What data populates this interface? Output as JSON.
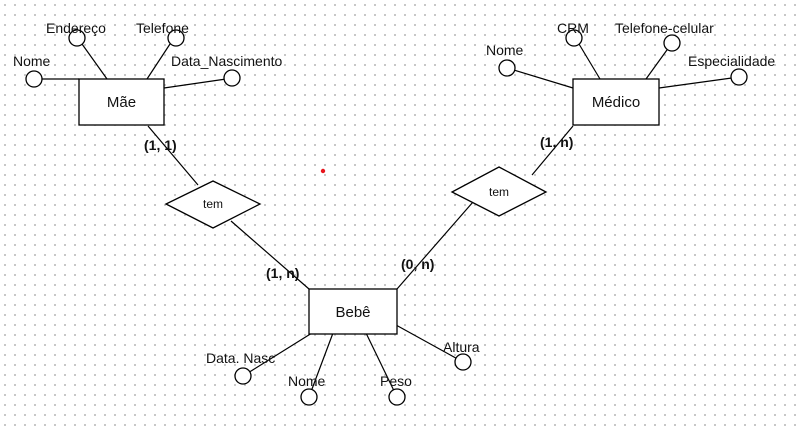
{
  "entities": {
    "mae": {
      "name": "Mãe",
      "attributes": [
        "Nome",
        "Endereço",
        "Telefone",
        "Data_Nascimento"
      ]
    },
    "medico": {
      "name": "Médico",
      "attributes": [
        "Nome",
        "CRM",
        "Telefone-celular",
        "Especialidade"
      ]
    },
    "bebe": {
      "name": "Bebê",
      "attributes": [
        "Data. Nasc",
        "Nome",
        "Peso",
        "Altura"
      ]
    }
  },
  "relationships": {
    "mae_bebe": {
      "name": "tem",
      "card_mae": "(1, 1)",
      "card_bebe": "(1, n)"
    },
    "medico_bebe": {
      "name": "tem",
      "card_medico": "(1, n)",
      "card_bebe": "(0, n)"
    }
  },
  "colors": {
    "line": "#000000",
    "marker": "#e8141c",
    "grid_dot": "#b9b9b9"
  }
}
